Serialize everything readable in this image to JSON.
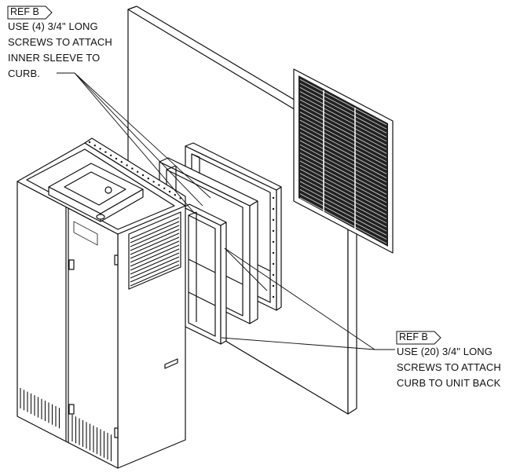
{
  "callout_top": {
    "tag": "REF B",
    "lines": [
      "USE (4) 3/4\" LONG",
      "SCREWS TO ATTACH",
      "INNER SLEEVE TO",
      "CURB."
    ]
  },
  "callout_bottom": {
    "tag": "REF B",
    "lines": [
      "USE (20) 3/4\" LONG",
      "SCREWS TO ATTACH",
      "CURB TO UNIT BACK"
    ]
  },
  "colors": {
    "line": "#111111",
    "background": "#ffffff",
    "grille_fill": "#1a1a1a"
  }
}
